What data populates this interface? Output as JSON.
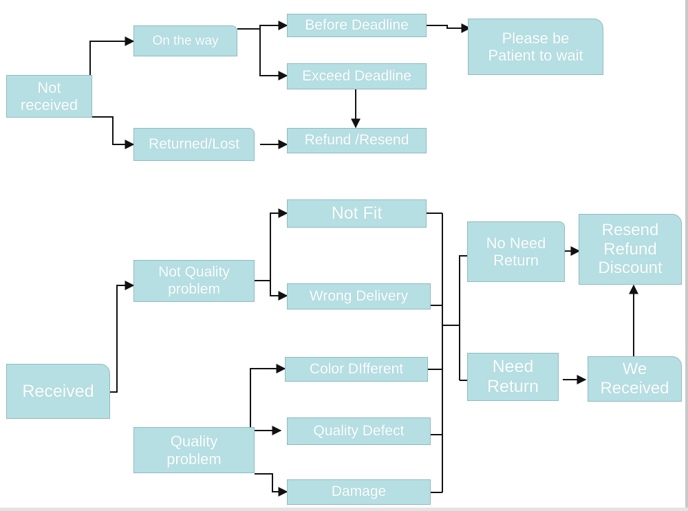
{
  "theme": {
    "node_fill": "#b6dfe3",
    "node_border": "#8fb9bf",
    "node_text": "#ffffff",
    "connector": "#111111"
  },
  "not_received_flow": {
    "root": "Not\nreceived",
    "on_the_way": "On the way",
    "returned_lost": "Returned/Lost",
    "before_deadline": "Before Deadline",
    "exceed_deadline": "Exceed Deadline",
    "refund_resend": "Refund /Resend",
    "please_wait": "Please be\nPatient to wait"
  },
  "received_flow": {
    "root": "Received",
    "not_quality_problem": "Not Quality\nproblem",
    "quality_problem": "Quality\nproblem",
    "not_fit": "Not Fit",
    "wrong_delivery": "Wrong Delivery",
    "color_different": "Color DIfferent",
    "quality_defect": "Quality Defect",
    "damage": "Damage",
    "no_need_return": "No Need\nReturn",
    "need_return": "Need\nReturn",
    "we_received": "We\nReceived",
    "outcome": "Resend\nRefund\nDiscount"
  }
}
